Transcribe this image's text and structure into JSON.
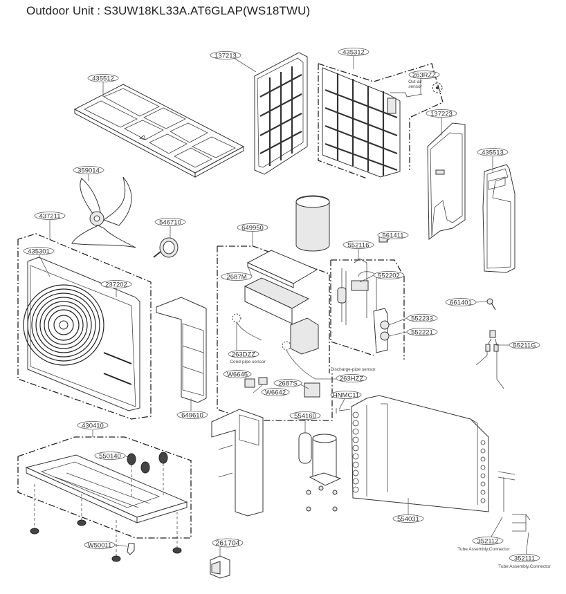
{
  "title": "Outdoor Unit : S3UW18KL33A.AT6GLAP(WS18TWU)",
  "parts": [
    {
      "id": "p435512",
      "code": "435512"
    },
    {
      "id": "p137213",
      "code": "137213"
    },
    {
      "id": "p435312",
      "code": "435312"
    },
    {
      "id": "p263RZZ",
      "code": "263RZZ",
      "caption": [
        "Out-air",
        "sensor"
      ]
    },
    {
      "id": "p137223",
      "code": "137223"
    },
    {
      "id": "p435513",
      "code": "435513"
    },
    {
      "id": "p359014",
      "code": "359014"
    },
    {
      "id": "p437211",
      "code": "437211"
    },
    {
      "id": "p546710",
      "code": "546710"
    },
    {
      "id": "p649950",
      "code": "649950"
    },
    {
      "id": "p561411",
      "code": "561411"
    },
    {
      "id": "p552116",
      "code": "552116"
    },
    {
      "id": "p435301",
      "code": "435301"
    },
    {
      "id": "p237202",
      "code": "237202"
    },
    {
      "id": "p2687M",
      "code": "2687M"
    },
    {
      "id": "p552202",
      "code": "552202"
    },
    {
      "id": "p661401",
      "code": "661401"
    },
    {
      "id": "p552233",
      "code": "552233"
    },
    {
      "id": "p552221",
      "code": "552221"
    },
    {
      "id": "p55211G",
      "code": "55211G"
    },
    {
      "id": "p263DZZ",
      "code": "263DZZ",
      "caption": [
        "Cond-pipe sensor"
      ]
    },
    {
      "id": "p263HZZ",
      "code": "263HZZ",
      "caption": [
        "Discharge-pipe sensor"
      ]
    },
    {
      "id": "pW6645",
      "code": "W6645"
    },
    {
      "id": "p2687S",
      "code": "2687S"
    },
    {
      "id": "pW6642",
      "code": "W6642"
    },
    {
      "id": "p649610",
      "code": "649610"
    },
    {
      "id": "pHNMC11",
      "code": "HNMC11"
    },
    {
      "id": "p554160",
      "code": "554160"
    },
    {
      "id": "p430410",
      "code": "430410"
    },
    {
      "id": "p550140",
      "code": "550140"
    },
    {
      "id": "p554031",
      "code": "554031"
    },
    {
      "id": "pW50011",
      "code": "W50011"
    },
    {
      "id": "p352112",
      "code": "352112",
      "caption": [
        "Tube Assembly,Connector"
      ]
    },
    {
      "id": "p261704",
      "code": "261704"
    },
    {
      "id": "p352111",
      "code": "352111",
      "caption": [
        "Tube Assembly,Connector"
      ]
    }
  ]
}
